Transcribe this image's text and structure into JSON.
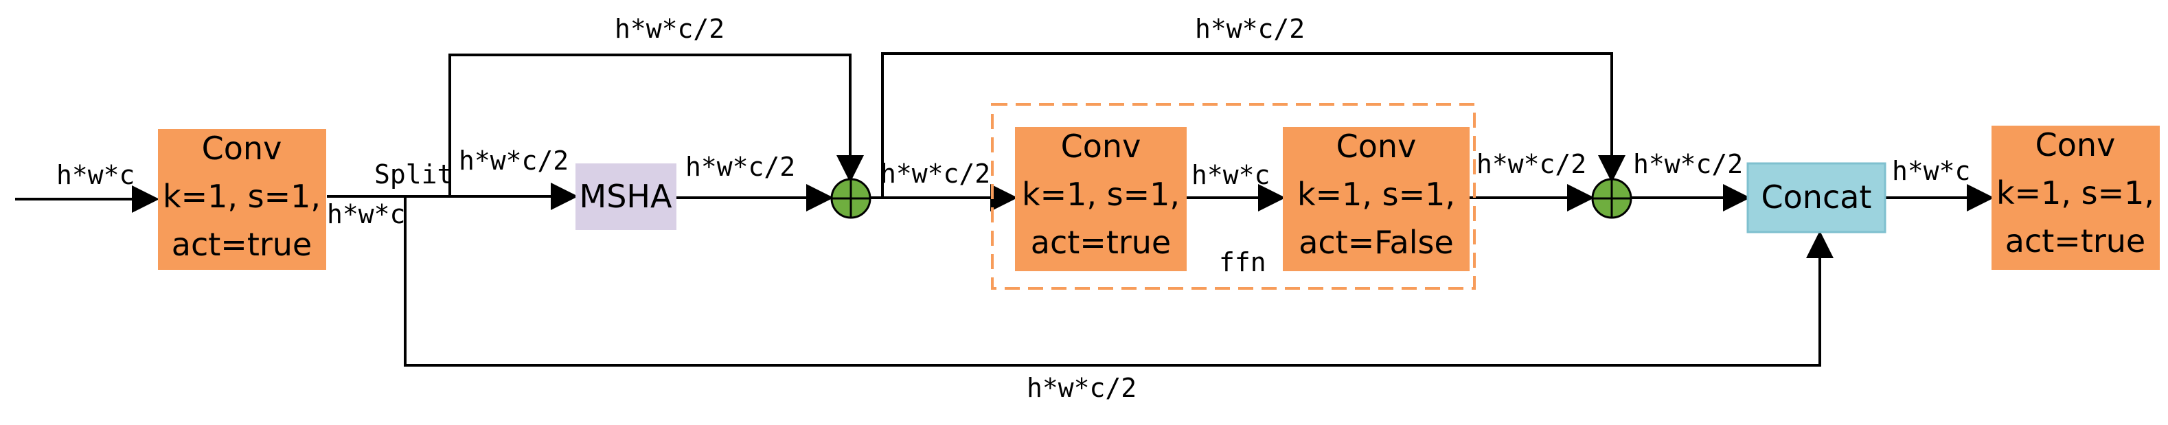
{
  "colors": {
    "conv_fill": "#F79C5A",
    "msha_fill": "#D9D0E6",
    "concat_fill": "#9CD3DE",
    "concat_stroke": "#7FC0CF",
    "add_fill": "#6FAE3F",
    "ffn_dash": "#F79C5A"
  },
  "labels": {
    "input": "h*w*c",
    "split": "Split",
    "split_top": "h*w*c/2",
    "split_to_msha": "h*w*c/2",
    "split_bottom": "h*w*c",
    "msha_out": "h*w*c/2",
    "skip1_top": "h*w*c/2",
    "add1_out": "h*w*c/2",
    "conv2_out": "h*w*c",
    "skip2_top": "h*w*c/2",
    "conv3_out": "h*w*c/2",
    "add2_out": "h*w*c/2",
    "concat_out": "h*w*c",
    "bottom_branch": "h*w*c/2",
    "ffn": "ffn"
  },
  "blocks": {
    "conv1": {
      "title": "Conv",
      "line1": "k=1, s=1,",
      "line2": "act=true"
    },
    "msha": {
      "title": "MSHA"
    },
    "conv2": {
      "title": "Conv",
      "line1": "k=1, s=1,",
      "line2": "act=true"
    },
    "conv3": {
      "title": "Conv",
      "line1": "k=1, s=1,",
      "line2": "act=False"
    },
    "concat": {
      "title": "Concat"
    },
    "conv4": {
      "title": "Conv",
      "line1": "k=1, s=1,",
      "line2": "act=true"
    }
  },
  "icons": {
    "add": "circled-plus-icon"
  }
}
